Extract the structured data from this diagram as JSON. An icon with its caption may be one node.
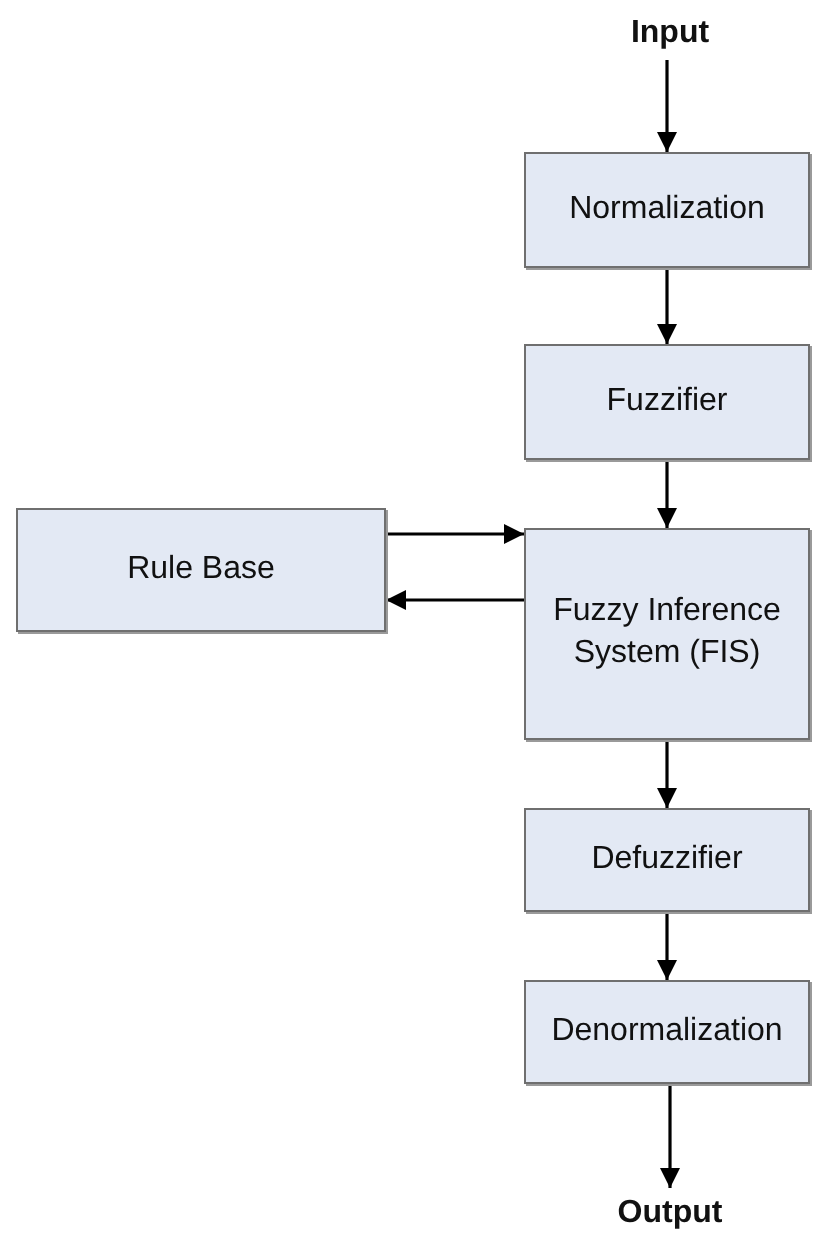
{
  "diagram": {
    "nodes": [
      {
        "text": [
          "Input"
        ]
      },
      {
        "text": [
          "Normalization"
        ]
      },
      {
        "text": [
          "Fuzzifier"
        ]
      },
      {
        "text": [
          "Rule Base"
        ]
      },
      {
        "text": [
          "Fuzzy Inference System (FIS)"
        ]
      },
      {
        "text": [
          "Defuzzifier"
        ]
      },
      {
        "text": [
          "Denormalization"
        ]
      },
      {
        "text": [
          "Output"
        ]
      }
    ],
    "edges": [
      {
        "from": 0,
        "to": 1,
        "arrow": "to"
      },
      {
        "from": 1,
        "to": 2,
        "arrow": "to"
      },
      {
        "from": 2,
        "to": 4,
        "arrow": "to"
      },
      {
        "from": 3,
        "to": 4,
        "arrow": "to"
      },
      {
        "from": 4,
        "to": 3,
        "arrow": "to"
      },
      {
        "from": 4,
        "to": 5,
        "arrow": "to"
      },
      {
        "from": 5,
        "to": 6,
        "arrow": "to"
      },
      {
        "from": 6,
        "to": 7,
        "arrow": "to"
      }
    ]
  }
}
